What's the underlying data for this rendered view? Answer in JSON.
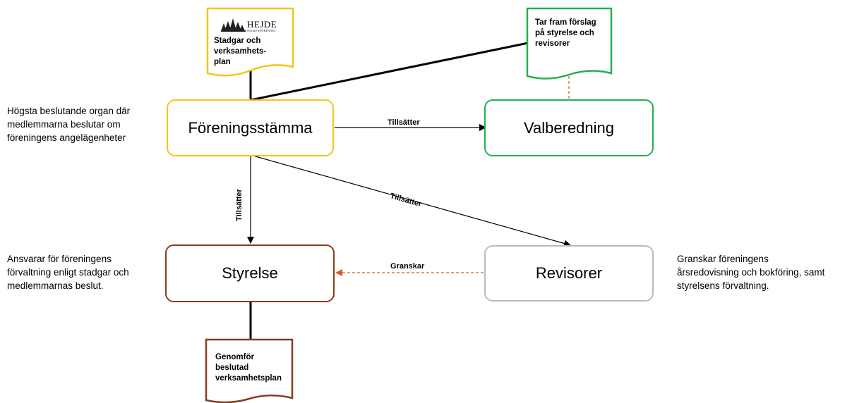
{
  "nodes": {
    "foreningsstamma": "Föreningsstämma",
    "valberedning": "Valberedning",
    "styrelse": "Styrelse",
    "revisorer": "Revisorer"
  },
  "documents": {
    "stadgar": [
      "Stadgar och",
      "verksamhets-",
      "plan"
    ],
    "forslag": [
      "Tar fram förslag",
      "på styrelse och",
      "revisorer"
    ],
    "genomfor": [
      "Genomför",
      "beslutad",
      "verksamhetsplan"
    ]
  },
  "logo": {
    "name": "HEJDE",
    "subtitle": "SOCKENFÖRENING"
  },
  "descriptions": {
    "foreningsstamma": [
      "Högsta beslutande organ där",
      "medlemmarna beslutar om",
      "föreningens angelägenheter"
    ],
    "styrelse": [
      "Ansvarar för föreningens",
      "förvaltning enligt stadgar och",
      "medlemmarnas beslut."
    ],
    "revisorer": [
      "Granskar föreningens",
      "årsredovisning och bokföring, samt",
      "styrelsens förvaltning."
    ]
  },
  "edges": {
    "to_valberedning": "Tillsätter",
    "to_styrelse": "Tillsätter",
    "to_revisorer": "Tillsätter",
    "granskar": "Granskar"
  },
  "colors": {
    "foreningsstamma": "#F5C518",
    "valberedning": "#22B14C",
    "styrelse": "#8B3A1E",
    "revisorer": "#BBBBBB",
    "dashed": "#E0532B"
  }
}
